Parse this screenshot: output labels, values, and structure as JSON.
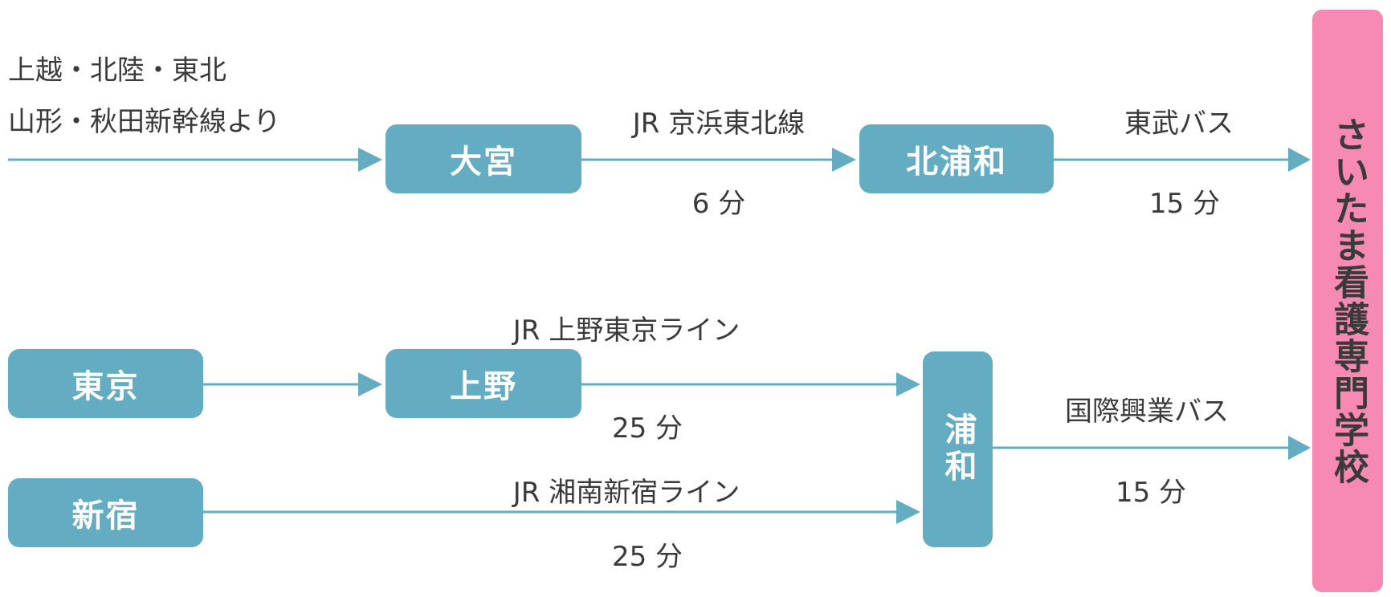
{
  "origin": {
    "line1": "上越・北陸・東北",
    "line2": "山形・秋田新幹線より"
  },
  "stations": {
    "omiya": "大宮",
    "kitaurawa": "北浦和",
    "tokyo": "東京",
    "ueno": "上野",
    "shinjuku": "新宿",
    "urawa": "浦和"
  },
  "routes": {
    "keihin_tohoku": {
      "line": "JR 京浜東北線",
      "time": "6 分"
    },
    "tobu_bus": {
      "line": "東武バス",
      "time": "15 分"
    },
    "ueno_tokyo": {
      "line": "JR 上野東京ライン",
      "time": "25 分"
    },
    "shonan_shinjuku": {
      "line": "JR 湘南新宿ライン",
      "time": "25 分"
    },
    "kokusai_bus": {
      "line": "国際興業バス",
      "time": "15 分"
    }
  },
  "destination": "さいたま看護専門学校",
  "colors": {
    "station_fill": "#63acc2",
    "arrow": "#63acc2",
    "destination_fill": "#f78ab3"
  }
}
